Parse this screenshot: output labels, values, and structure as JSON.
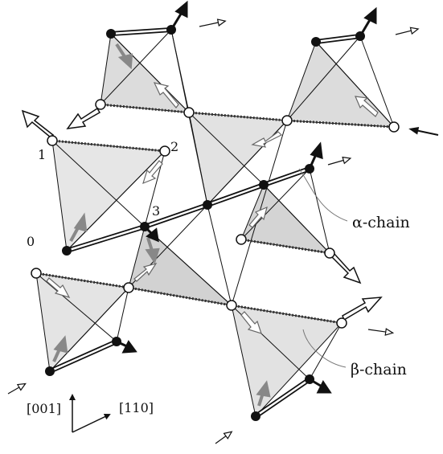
{
  "labels": {
    "site_0": "0",
    "site_1": "1",
    "site_2": "2",
    "site_3": "3",
    "alpha_chain": "α-chain",
    "beta_chain": "β-chain",
    "axis_vertical": "[001]",
    "axis_diagonal": "[110]"
  },
  "colors": {
    "face_fill": "#dedede",
    "face_shade": "#c9c9c9",
    "line": "#111111",
    "moment_gray": "#777777",
    "open_atom": "#ffffff",
    "filled_atom": "#111111"
  }
}
